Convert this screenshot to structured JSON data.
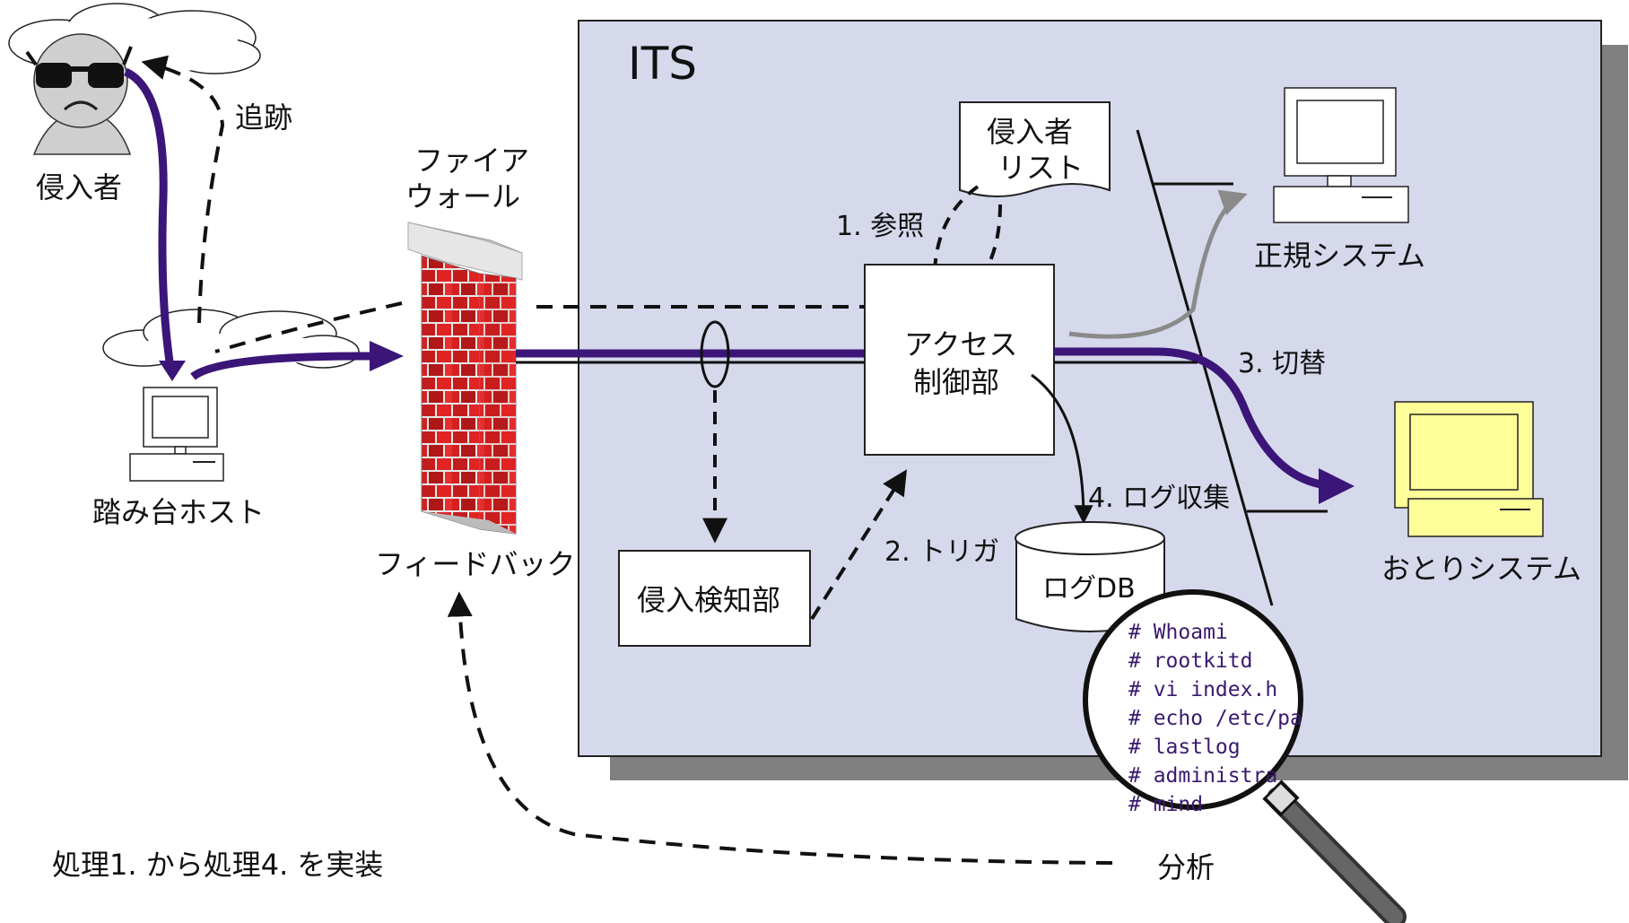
{
  "system": {
    "title": "ITS"
  },
  "intruder": {
    "label": "侵入者"
  },
  "trace": {
    "label": "追跡"
  },
  "stepping_host": {
    "label": "踏み台ホスト"
  },
  "firewall": {
    "label_line1": "ファイア",
    "label_line2": "ウォール"
  },
  "feedback": {
    "label": "フィードバック"
  },
  "intruder_list": {
    "line1": "侵入者",
    "line2": "リスト"
  },
  "access_control": {
    "line1": "アクセス",
    "line2": "制御部"
  },
  "ids": {
    "label": "侵入検知部"
  },
  "log_db": {
    "label": "ログDB"
  },
  "legit_system": {
    "label": "正規システム"
  },
  "decoy_system": {
    "label": "おとりシステム"
  },
  "steps": {
    "step1": "1. 参照",
    "step2": "2. トリガ",
    "step3": "3. 切替",
    "step4": "4. ログ収集"
  },
  "analysis": {
    "label": "分析",
    "log_lines": [
      "# Whoami",
      "# rootkitd",
      "# vi index.h",
      "# echo /etc/pa",
      "# lastlog",
      "# administra",
      "# mind"
    ]
  },
  "footer_note": "処理1. から処理4. を実装",
  "colors": {
    "its_fill": "#d6d8ec",
    "shadow": "#808080",
    "attack_path": "#3b1578",
    "brick": "#cc1f1f",
    "decoy_screen": "#ffff99",
    "legit_path": "#8a8a8a"
  }
}
